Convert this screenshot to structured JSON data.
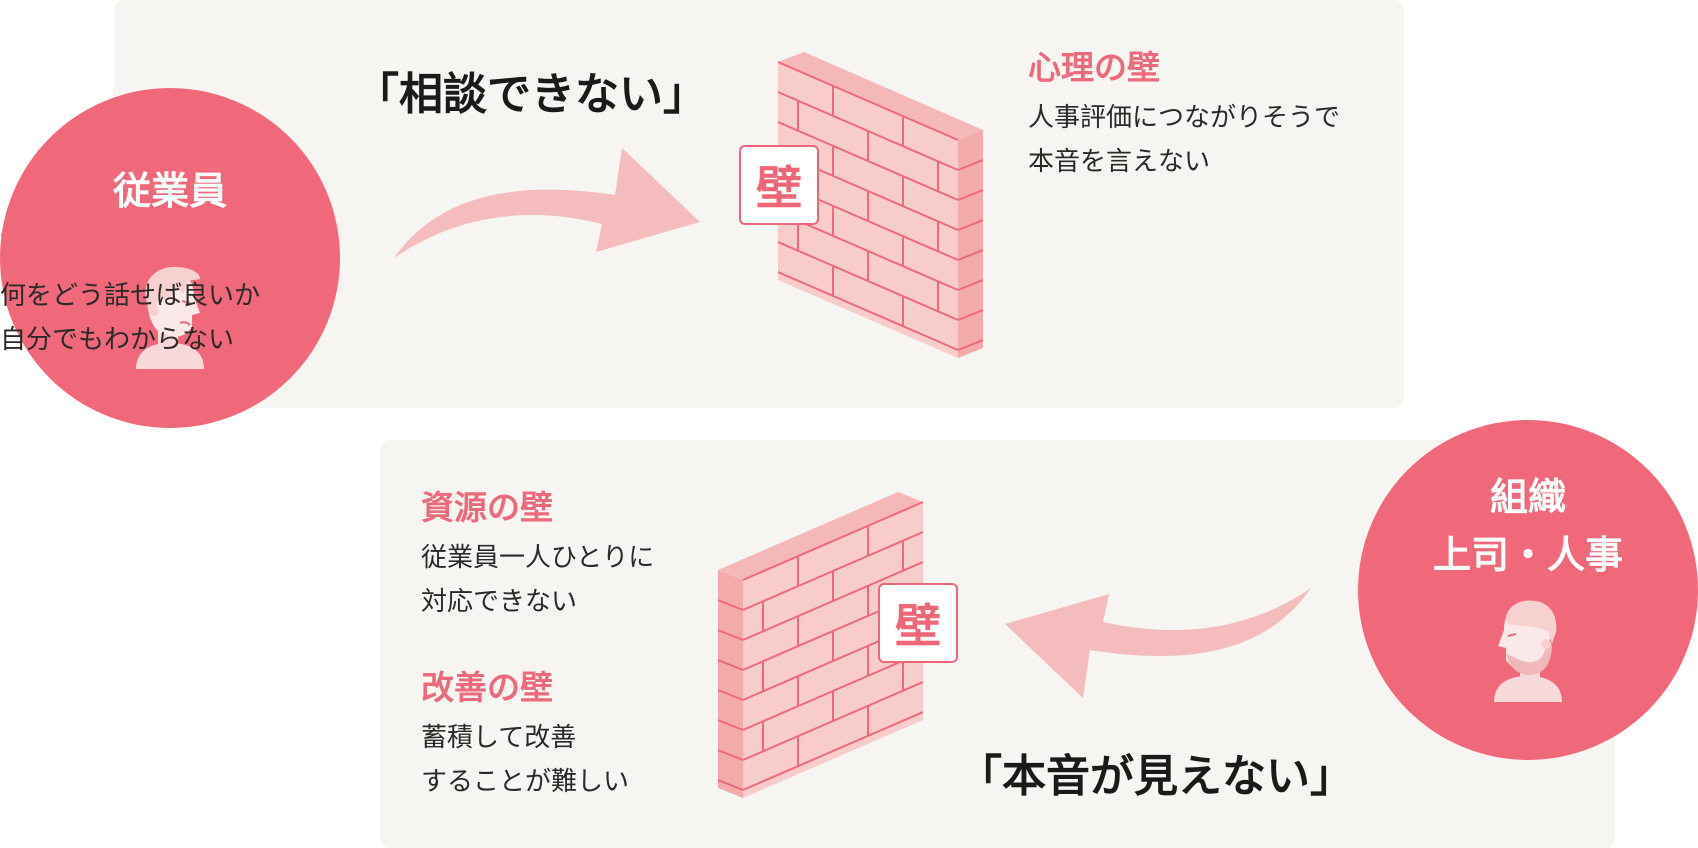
{
  "employee": {
    "label": "従業員",
    "icon": "worried-person-icon"
  },
  "organization": {
    "label_lines": [
      "組織",
      "上司・人事"
    ],
    "icon": "bearded-person-icon"
  },
  "quotes": {
    "top": "「相談できない」",
    "bottom": "「本音が見えない」"
  },
  "wall_badge": "壁",
  "walls": {
    "psychological": {
      "title": "心理の壁",
      "desc": [
        "人事評価につながりそうで",
        "本音を言えない"
      ]
    },
    "verbalization": {
      "title": "言語化の壁",
      "desc": [
        "何をどう話せば良いか",
        "自分でもわからない"
      ]
    },
    "resource": {
      "title": "資源の壁",
      "desc": [
        "従業員一人ひとりに",
        "対応できない"
      ]
    },
    "improvement": {
      "title": "改善の壁",
      "desc": [
        "蓄積して改善",
        "することが難しい"
      ]
    }
  },
  "colors": {
    "circle": "#f0697a",
    "arrow": "#f4bcbc",
    "panel": "#f7f5f2",
    "wall_face": "#f9cccc",
    "wall_top": "#f5b8b8",
    "wall_line": "#ec6a7b",
    "title": "#ec6a7b"
  }
}
